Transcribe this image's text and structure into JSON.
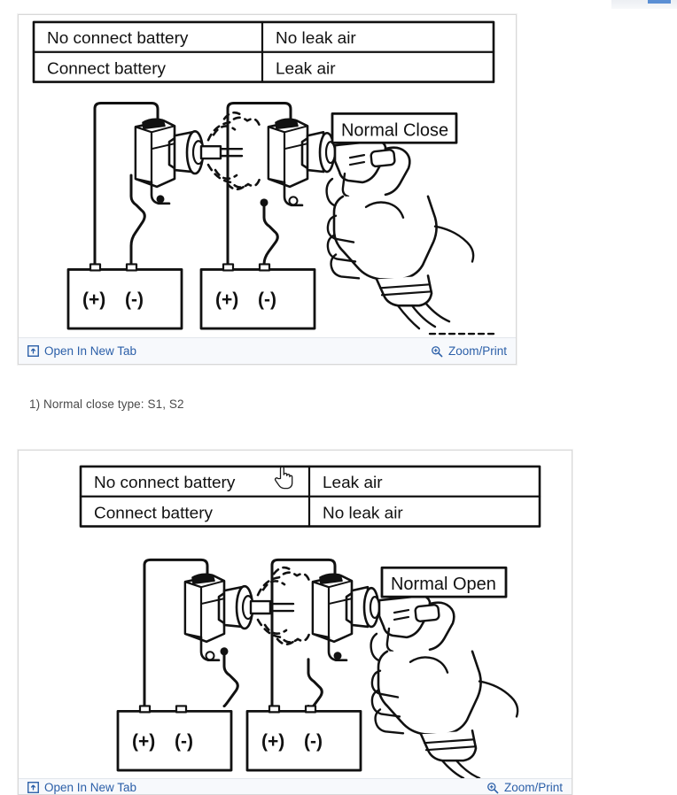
{
  "page": {
    "background_color": "#ffffff",
    "link_color": "#2b5fa8",
    "footer_bg_color": "#f7f9fc",
    "caption_color": "#4a4a4a"
  },
  "viewers": [
    {
      "id": "viewer-1",
      "name": "normal-close-figure",
      "footer": {
        "open_in_new_tab_label": "Open In New Tab",
        "open_in_new_tab_icon": "open-in-new-window-icon",
        "zoom_print_label": "Zoom/Print",
        "zoom_print_icon": "magnifier-plus-icon"
      },
      "figure": {
        "type": "technical-line-drawing",
        "valve_label": "Normal Close",
        "table": {
          "rows": [
            {
              "condition": "No connect battery",
              "result": "No leak air"
            },
            {
              "condition": "Connect battery",
              "result": "Leak air"
            }
          ]
        },
        "battery_left": {
          "positive": "(+)",
          "negative": "(-)"
        },
        "battery_right": {
          "positive": "(+)",
          "negative": "(-)"
        },
        "left_valve_state": "spraying-air",
        "right_valve_state": "connected-to-air-gun"
      }
    },
    {
      "id": "viewer-2",
      "name": "normal-open-figure",
      "footer": {
        "open_in_new_tab_label": "Open In New Tab",
        "open_in_new_tab_icon": "open-in-new-window-icon",
        "zoom_print_label": "Zoom/Print",
        "zoom_print_icon": "magnifier-plus-icon"
      },
      "figure": {
        "type": "technical-line-drawing",
        "valve_label": "Normal Open",
        "table": {
          "rows": [
            {
              "condition": "No connect battery",
              "result": "Leak air"
            },
            {
              "condition": "Connect battery",
              "result": "No leak air"
            }
          ]
        },
        "battery_left": {
          "positive": "(+)",
          "negative": "(-)"
        },
        "battery_right": {
          "positive": "(+)",
          "negative": "(-)"
        },
        "left_valve_state": "spraying-air",
        "right_valve_state": "connected-to-air-gun"
      }
    }
  ],
  "captions": {
    "caption_1": "1) Normal close type: S1, S2"
  }
}
